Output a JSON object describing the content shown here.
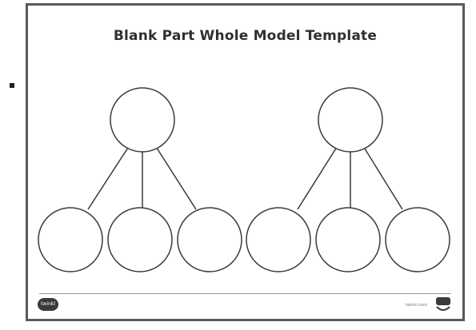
{
  "title": "Blank Part Whole Model Template",
  "models": [
    {
      "whole": "",
      "parts": [
        "",
        "",
        ""
      ]
    },
    {
      "whole": "",
      "parts": [
        "",
        "",
        ""
      ]
    }
  ],
  "footer": {
    "logo_left_text": "twinkl",
    "url_text": "twinkl.com"
  },
  "icons": {
    "left_logo": "twinkl-logo-icon",
    "right_logo": "twinkl-badge-icon"
  },
  "colors": {
    "border": "#5a5a5a",
    "stroke": "#3a3a3a",
    "title": "#2f2f2f"
  }
}
